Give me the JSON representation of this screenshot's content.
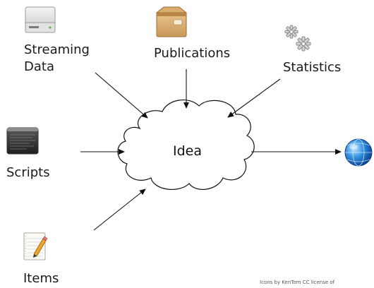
{
  "center": {
    "label": "Idea",
    "icon": "cloud-icon"
  },
  "sources": [
    {
      "id": "streaming-data",
      "label_lines": [
        "Streaming",
        "Data"
      ],
      "icon": "hard-drive-icon"
    },
    {
      "id": "publications",
      "label_lines": [
        "Publications"
      ],
      "icon": "cardboard-box-icon"
    },
    {
      "id": "statistics",
      "label_lines": [
        "Statistics"
      ],
      "icon": "gears-icon"
    },
    {
      "id": "scripts",
      "label_lines": [
        "Scripts"
      ],
      "icon": "terminal-icon"
    },
    {
      "id": "items",
      "label_lines": [
        "Items"
      ],
      "icon": "notepad-pencil-icon"
    }
  ],
  "output": {
    "icon": "globe-icon"
  },
  "credit": "Icons by KenTom CC license of"
}
